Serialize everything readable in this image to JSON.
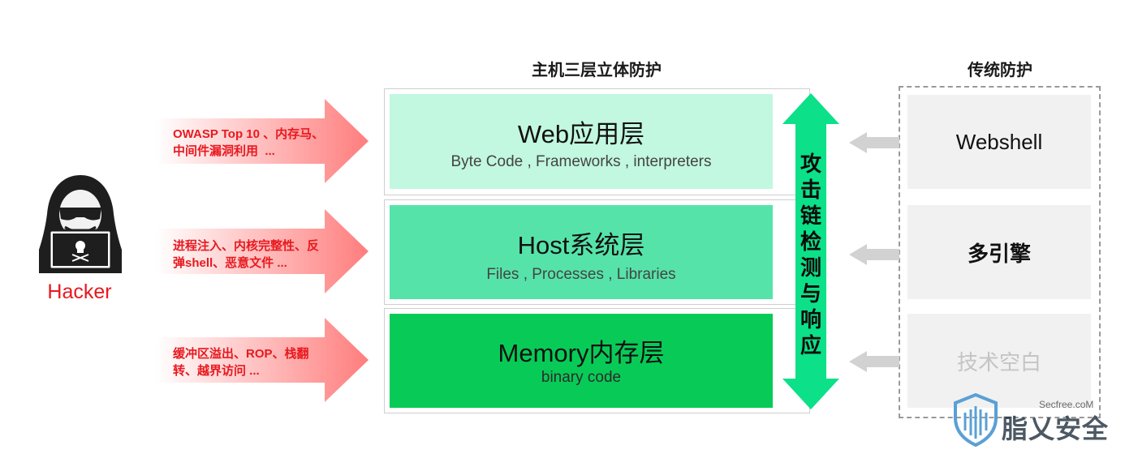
{
  "hacker": {
    "label": "Hacker",
    "icon": "hacker-icon"
  },
  "attacks": [
    {
      "text": "OWASP Top 10 、内存马、中间件漏洞利用  ..."
    },
    {
      "text": "进程注入、内核完整性、反弹shell、恶意文件 ..."
    },
    {
      "text": "缓冲区溢出、ROP、栈翻转、越界访问 ..."
    }
  ],
  "host_protection": {
    "title": "主机三层立体防护",
    "layers": [
      {
        "title": "Web应用层",
        "subtitle": "Byte Code , Frameworks , interpreters",
        "color": "#c2f7e0"
      },
      {
        "title": "Host系统层",
        "subtitle": "Files , Processes , Libraries",
        "color": "#56e3a9"
      },
      {
        "title": "Memory内存层",
        "subtitle": "binary code",
        "color": "#08cb57"
      }
    ],
    "detection_label": "攻击链检测与响应",
    "detection_color": "#0ce088"
  },
  "traditional": {
    "title": "传统防护",
    "items": [
      {
        "label": "Webshell",
        "color": "#111111"
      },
      {
        "label": "多引擎",
        "color": "#111111"
      },
      {
        "label": "技术空白",
        "color": "#c4c4c4"
      }
    ]
  },
  "watermark": {
    "brand": "脂乂安全",
    "domain": "Secfree.coM"
  },
  "colors": {
    "attack_red": "#e8181e",
    "arrow_gray": "#d2d2d2"
  }
}
